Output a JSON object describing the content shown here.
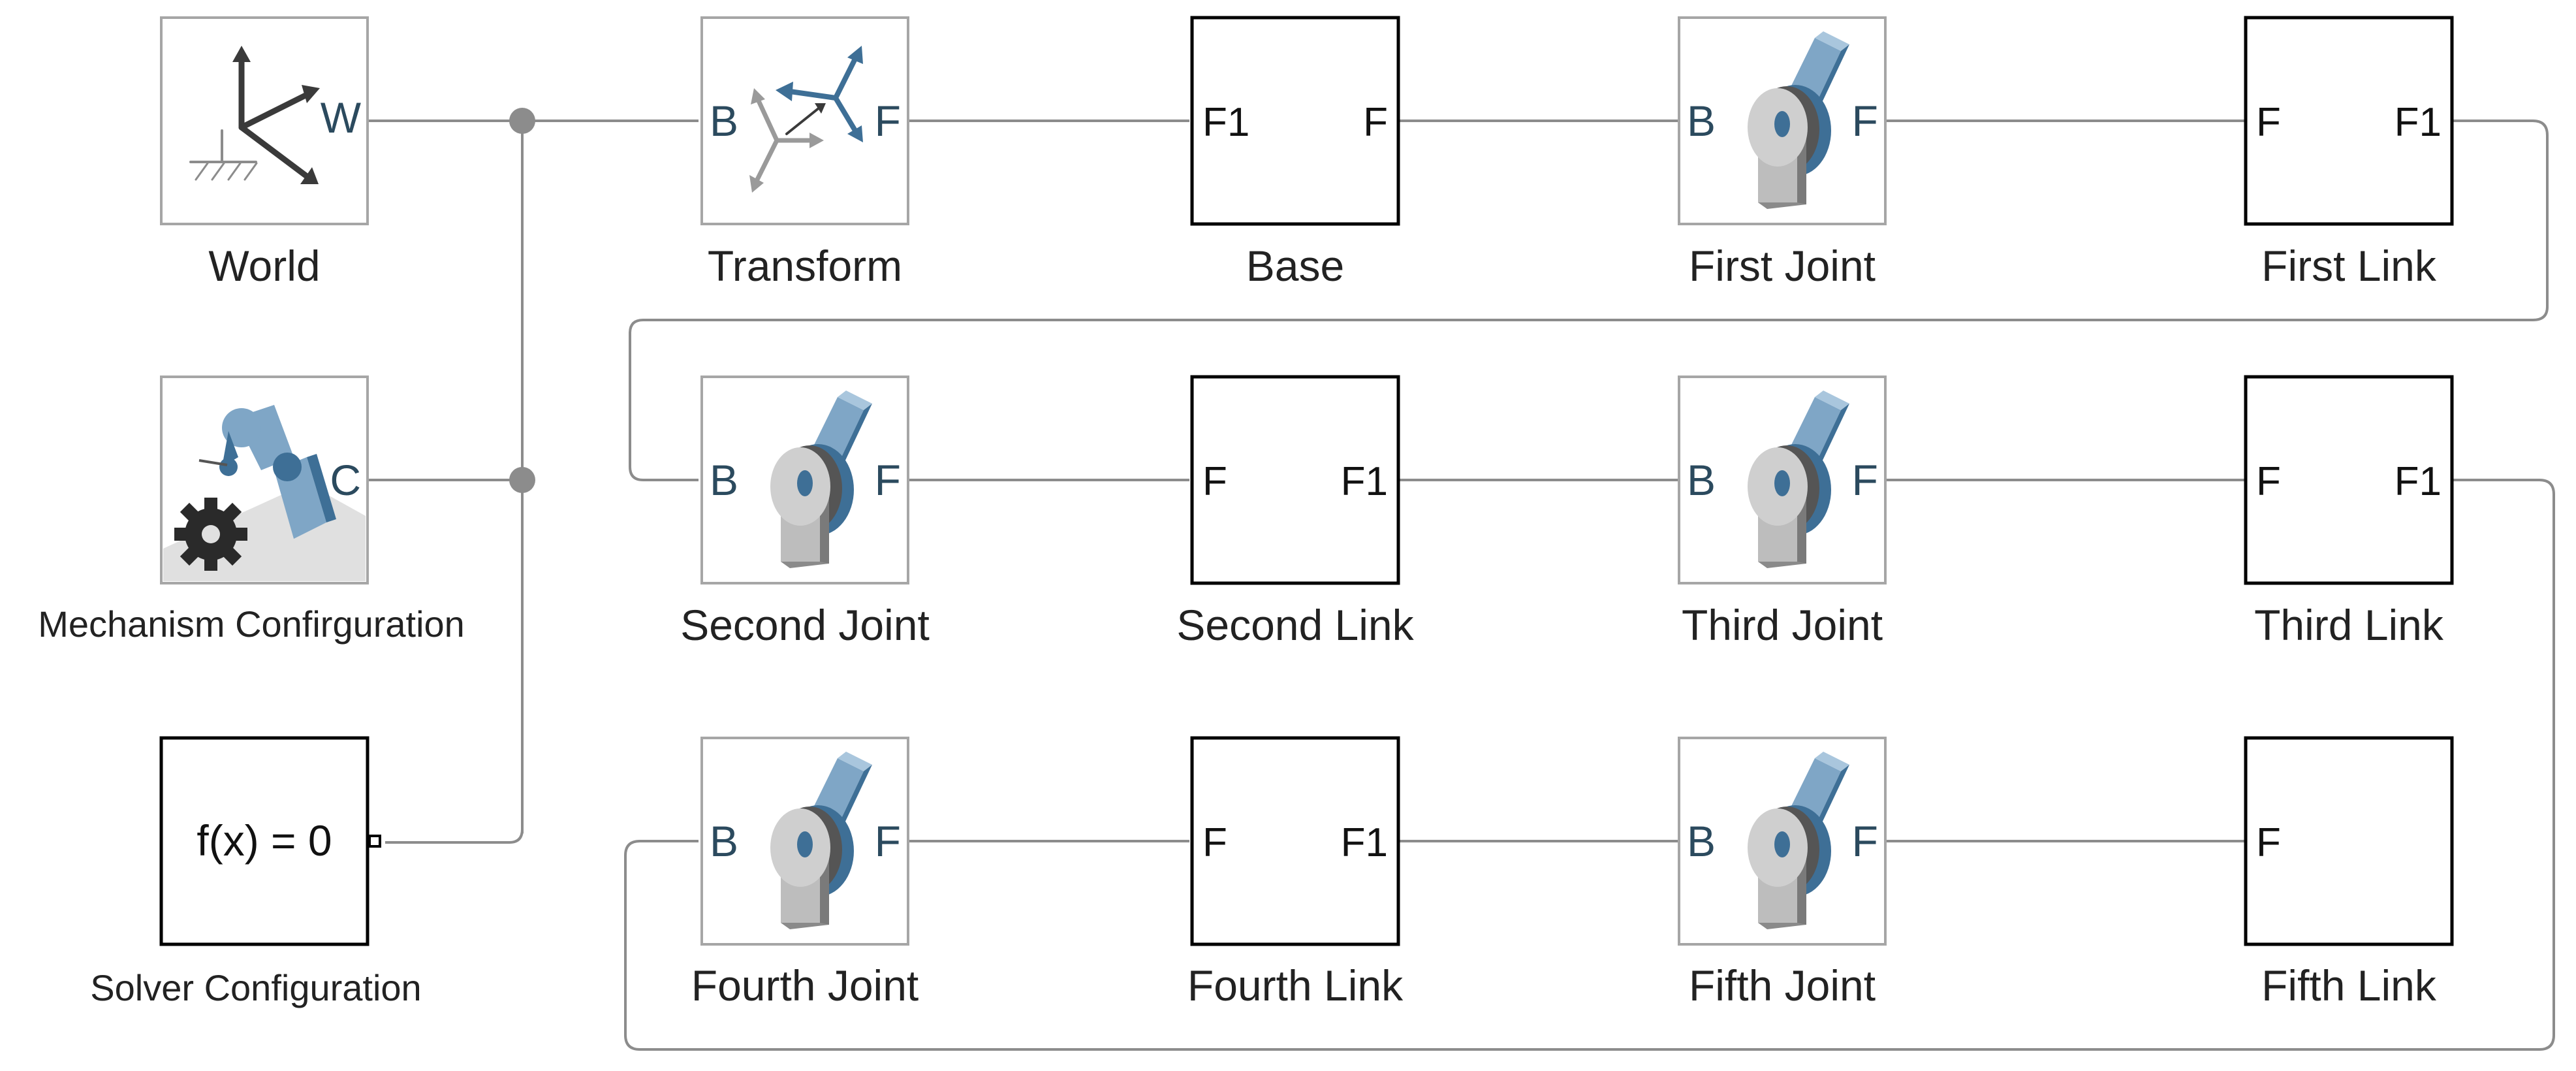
{
  "blocks": {
    "world": {
      "label": "World",
      "port_w": "W"
    },
    "transform": {
      "label": "Transform",
      "port_b": "B",
      "port_f": "F"
    },
    "base": {
      "label": "Base",
      "port_left": "F1",
      "port_right": "F"
    },
    "first_joint": {
      "label": "First Joint",
      "port_b": "B",
      "port_f": "F"
    },
    "first_link": {
      "label": "First Link",
      "port_left": "F",
      "port_right": "F1"
    },
    "mechanism_config": {
      "label": "Mechanism Confirguration",
      "port_c": "C"
    },
    "second_joint": {
      "label": "Second Joint",
      "port_b": "B",
      "port_f": "F"
    },
    "second_link": {
      "label": "Second Link",
      "port_left": "F",
      "port_right": "F1"
    },
    "third_joint": {
      "label": "Third Joint",
      "port_b": "B",
      "port_f": "F"
    },
    "third_link": {
      "label": "Third Link",
      "port_left": "F",
      "port_right": "F1"
    },
    "solver_config": {
      "label": "Solver Configuration",
      "equation": "f(x) = 0"
    },
    "fourth_joint": {
      "label": "Fourth Joint",
      "port_b": "B",
      "port_f": "F"
    },
    "fourth_link": {
      "label": "Fourth Link",
      "port_left": "F",
      "port_right": "F1"
    },
    "fifth_joint": {
      "label": "Fifth Joint",
      "port_b": "B",
      "port_f": "F"
    },
    "fifth_link": {
      "label": "Fifth Link",
      "port_left": "F"
    }
  },
  "colors": {
    "line": "#8c8c8c",
    "block_border": "#000000",
    "icon_border": "#a6a6a6",
    "port_text": "#2b4a5e",
    "joint_blue": "#7fa6c6",
    "joint_dark_blue": "#3e6f96",
    "joint_grey": "#bdbdbd",
    "joint_dark_grey": "#555555",
    "arrow_blue": "#3e6f96",
    "arrow_grey": "#9a9a9a",
    "arrow_dark": "#3a3a3a"
  },
  "icons": {
    "world": "world-frame-icon",
    "transform": "rigid-transform-icon",
    "joint": "revolute-joint-icon",
    "mechanism": "robot-arm-gear-icon"
  }
}
